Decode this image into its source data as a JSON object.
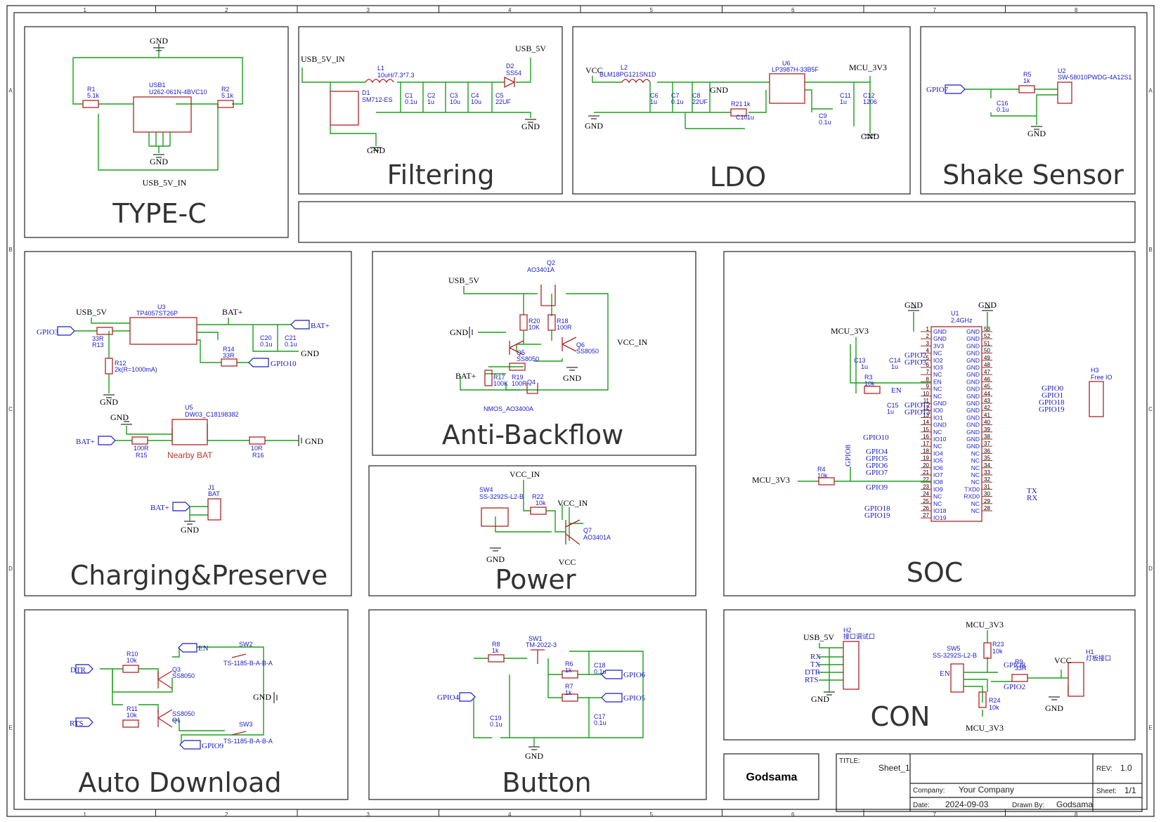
{
  "frame": {
    "col_markers": [
      "1",
      "2",
      "3",
      "4",
      "5",
      "6",
      "7",
      "8"
    ],
    "row_markers": [
      "A",
      "B",
      "C",
      "D",
      "E"
    ]
  },
  "blocks": {
    "typec": "TYPE-C",
    "filtering": "Filtering",
    "ldo": "LDO",
    "shake": "Shake Sensor",
    "charging": "Charging&Preserve",
    "antibackflow": "Anti-Backflow",
    "power": "Power",
    "soc": "SOC",
    "autodownload": "Auto Download",
    "button": "Button",
    "con": "CON"
  },
  "nets": {
    "gnd": "GND",
    "usb5v": "USB_5V",
    "usb5v_in": "USB_5V_IN",
    "vcc": "VCC",
    "vcc_in": "VCC_IN",
    "mcu3v3": "MCU_3V3",
    "batp": "BAT+",
    "gpio0": "GPIO0",
    "gpio1": "GPIO1",
    "gpio2": "GPIO2",
    "gpio3": "GPIO3",
    "gpio4": "GPIO4",
    "gpio5": "GPIO5",
    "gpio6": "GPIO6",
    "gpio7": "GPIO7",
    "gpio8": "GPIO8",
    "gpio9": "GPIO9",
    "gpio10": "GPIO10",
    "gpio12": "GPIO12",
    "gpio13": "GPIO13",
    "gpio18": "GPIO18",
    "gpio19": "GPIO19",
    "tx": "TX",
    "rx": "RX",
    "dtr": "DTR",
    "rts": "RTS",
    "en": "EN"
  },
  "components": {
    "usb1": "USB1",
    "usb1_part": "U262-061N-4BVC10",
    "r1": "R1",
    "r1v": "5.1k",
    "r2": "R2",
    "r2v": "5.1k",
    "l1": "L1",
    "l1v": "10uH/7.3*7.3",
    "d1": "D1",
    "d1v": "SM712-ES",
    "d2": "D2",
    "d2v": "SS54",
    "c1": "C1",
    "c1v": "0.1u",
    "c2": "C2",
    "c2v": "1u",
    "c3": "C3",
    "c3v": "10u",
    "c4": "C4",
    "c4v": "10u",
    "c5": "C5",
    "c5v": "22UF",
    "l2": "L2",
    "l2v": "BLM18PG121SN1D",
    "c6": "C6",
    "c6v": "1u",
    "c7": "C7",
    "c7v": "0.1u",
    "c8": "C8",
    "c8v": "22UF",
    "r21": "R21",
    "r21v": "1k",
    "c10": "C10",
    "c10v": "1u",
    "u6": "U6",
    "u6v": "LP3987H-33B5F",
    "c9": "C9",
    "c9v": "0.1u",
    "c11": "C11",
    "c11v": "1u",
    "c12": "C12",
    "c12v": "1206",
    "r5": "R5",
    "r5v": "1k",
    "c16": "C16",
    "c16v": "0.1u",
    "u2": "U2",
    "u2v": "SW-58010PWDG-4A12S1",
    "u3": "U3",
    "u3v": "TP4057ST26P",
    "r13": "R13",
    "r13v": "33R",
    "r12": "R12",
    "r12v": "2k(R=1000mA)",
    "c20": "C20",
    "c20v": "0.1u",
    "c21": "C21",
    "c21v": "0.1u",
    "r14": "R14",
    "r14v": "33R",
    "u5": "U5",
    "u5v": "DW03_C18198382",
    "r15": "R15",
    "r15v": "100R",
    "r16": "R16",
    "r16v": "10R",
    "nearby": "Nearby BAT",
    "j1": "J1",
    "j1v": "BAT",
    "q2": "Q2",
    "q2v": "AO3401A",
    "r20": "R20",
    "r20v": "10K",
    "r18": "R18",
    "r18v": "100R",
    "q5": "Q5",
    "q5v": "SS8050",
    "q6": "Q6",
    "q6v": "SS8050",
    "r17": "R17",
    "r17v": "100K",
    "r19": "R19",
    "r19v": "100R",
    "q4": "Q4",
    "q4v": "NMOS_AO3400A",
    "sw4": "SW4",
    "sw4v": "SS-3292S-L2-B",
    "r22": "R22",
    "r22v": "10k",
    "q7": "Q7",
    "q7v": "AO3401A",
    "u1": "U1",
    "u1v": "2.4GHz",
    "c13": "C13",
    "c13v": "1u",
    "c14": "C14",
    "c14v": "1u",
    "c15": "C15",
    "c15v": "1u",
    "r3": "R3",
    "r3v": "10k",
    "r4": "R4",
    "r4v": "10k",
    "h3": "H3",
    "h3v": "Free IO",
    "r10": "R10",
    "r10v": "10k",
    "r11": "R11",
    "r11v": "10k",
    "q3": "Q3",
    "q3v": "SS8050",
    "q1": "Q1",
    "q1v": "SS8050",
    "sw2": "SW2",
    "sw2v": "TS-1185-B-A-B-A",
    "sw3": "SW3",
    "sw3v": "TS-1185-B-A-B-A",
    "r8": "R8",
    "r8v": "1k",
    "sw1": "SW1",
    "sw1v": "TM-2022-3",
    "r6": "R6",
    "r6v": "1k",
    "r7": "R7",
    "r7v": "1k",
    "c18": "C18",
    "c18v": "0.1u",
    "c17": "C17",
    "c17v": "0.1u",
    "c19": "C19",
    "c19v": "0.1u",
    "h2": "H2",
    "h2v": "接口调试口",
    "sw5": "SW5",
    "sw5v": "SS-3292S-L2-B",
    "r23": "R23",
    "r23v": "10k",
    "r24": "R24",
    "r24v": "10k",
    "r9": "R9",
    "r9v": "33R",
    "h1": "H1",
    "h1v": "灯板接口"
  },
  "u1_left_pins": [
    [
      "1",
      "GND"
    ],
    [
      "2",
      "GND"
    ],
    [
      "3",
      "3V3"
    ],
    [
      "4",
      "NC"
    ],
    [
      "5",
      "IO2"
    ],
    [
      "6",
      "IO3"
    ],
    [
      "7",
      "NC"
    ],
    [
      "8",
      "EN"
    ],
    [
      "9",
      "NC"
    ],
    [
      "10",
      "NC"
    ],
    [
      "11",
      "GND"
    ],
    [
      "12",
      "IO0"
    ],
    [
      "13",
      "IO1"
    ],
    [
      "14",
      "GND"
    ],
    [
      "15",
      "NC"
    ],
    [
      "16",
      "IO10"
    ],
    [
      "17",
      "NC"
    ],
    [
      "18",
      "IO4"
    ],
    [
      "19",
      "IO5"
    ],
    [
      "20",
      "IO6"
    ],
    [
      "21",
      "IO7"
    ],
    [
      "22",
      "IO8"
    ],
    [
      "23",
      "IO9"
    ],
    [
      "24",
      "NC"
    ],
    [
      "25",
      "NC"
    ],
    [
      "26",
      "IO18"
    ],
    [
      "27",
      "IO19"
    ]
  ],
  "u1_right_pins": [
    [
      "53",
      "GND"
    ],
    [
      "52",
      "GND"
    ],
    [
      "51",
      "GND"
    ],
    [
      "50",
      "GND"
    ],
    [
      "49",
      "GND"
    ],
    [
      "48",
      "GND"
    ],
    [
      "47",
      "GND"
    ],
    [
      "46",
      "GND"
    ],
    [
      "45",
      "GND"
    ],
    [
      "44",
      "GND"
    ],
    [
      "43",
      "GND"
    ],
    [
      "42",
      "GND"
    ],
    [
      "41",
      "GND"
    ],
    [
      "40",
      "GND"
    ],
    [
      "39",
      "GND"
    ],
    [
      "38",
      "GND"
    ],
    [
      "37",
      "GND"
    ],
    [
      "36",
      "NC"
    ],
    [
      "35",
      "NC"
    ],
    [
      "34",
      "NC"
    ],
    [
      "33",
      "NC"
    ],
    [
      "32",
      "NC"
    ],
    [
      "31",
      "TXD0"
    ],
    [
      "30",
      "RXD0"
    ],
    [
      "29",
      "NC"
    ],
    [
      "28",
      "NC"
    ]
  ],
  "title_block": {
    "company_logo": "Godsama",
    "title_label": "TITLE:",
    "title_value": "Sheet_1",
    "rev_label": "REV:",
    "rev_value": "1.0",
    "company_label": "Company:",
    "company_value": "Your Company",
    "sheet_label": "Sheet:",
    "sheet_value": "1/1",
    "date_label": "Date:",
    "date_value": "2024-09-03",
    "drawn_label": "Drawn By:",
    "drawn_value": "Godsama"
  },
  "colors": {
    "wire": "#1aa01a",
    "part": "#b22222",
    "net": "#1a1acc",
    "title": "#333333"
  }
}
